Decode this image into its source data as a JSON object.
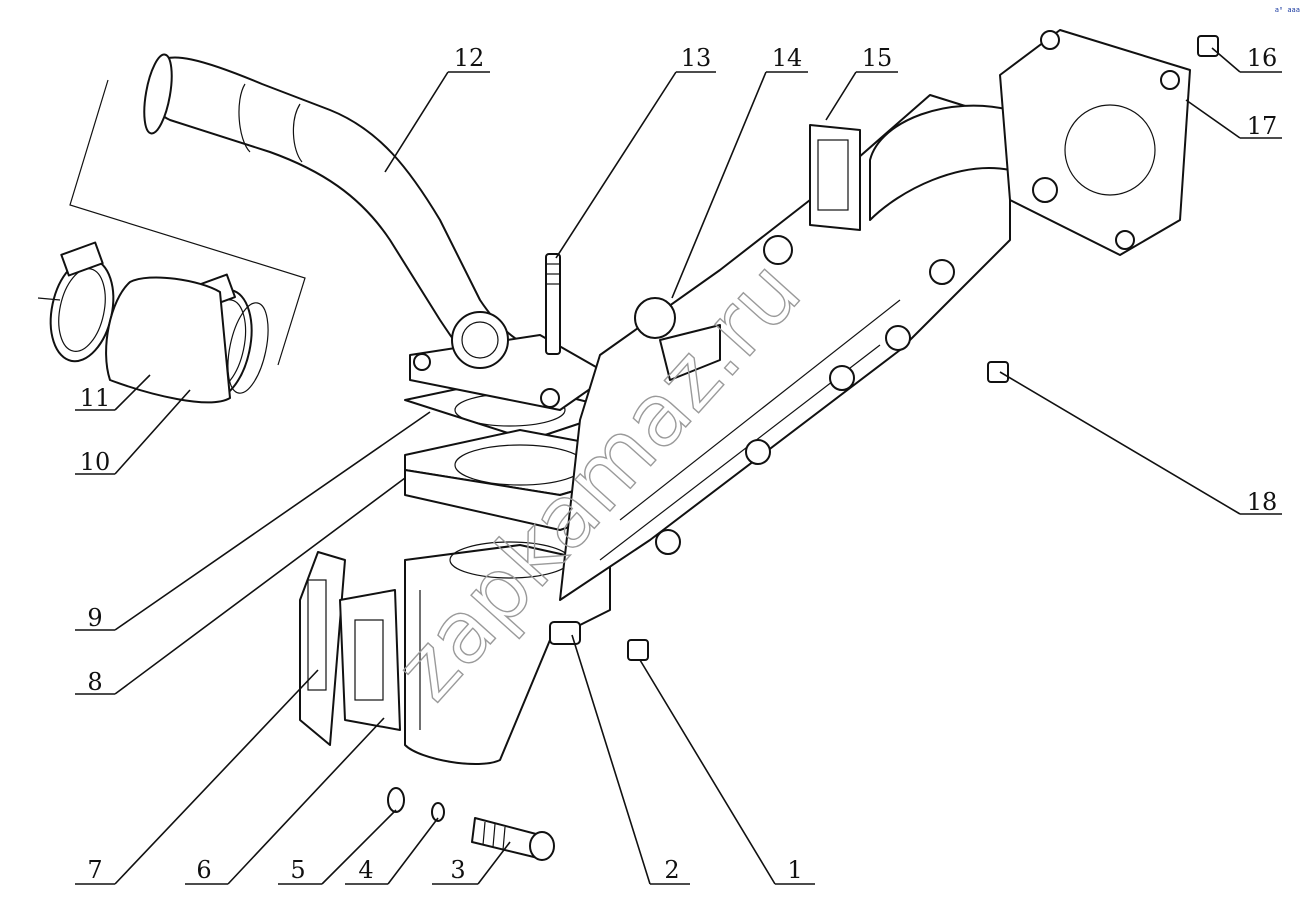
{
  "callouts": [
    {
      "id": "1",
      "label": "1"
    },
    {
      "id": "2",
      "label": "2"
    },
    {
      "id": "3",
      "label": "3"
    },
    {
      "id": "4",
      "label": "4"
    },
    {
      "id": "5",
      "label": "5"
    },
    {
      "id": "6",
      "label": "6"
    },
    {
      "id": "7",
      "label": "7"
    },
    {
      "id": "8",
      "label": "8"
    },
    {
      "id": "9",
      "label": "9"
    },
    {
      "id": "10",
      "label": "10"
    },
    {
      "id": "11",
      "label": "11"
    },
    {
      "id": "12",
      "label": "12"
    },
    {
      "id": "13",
      "label": "13"
    },
    {
      "id": "14",
      "label": "14"
    },
    {
      "id": "15",
      "label": "15"
    },
    {
      "id": "16",
      "label": "16"
    },
    {
      "id": "17",
      "label": "17"
    },
    {
      "id": "18",
      "label": "18"
    }
  ],
  "watermark": {
    "text": "zapkamaz.ru"
  },
  "corner_mark": {
    "text": "a⁰ aaa"
  }
}
